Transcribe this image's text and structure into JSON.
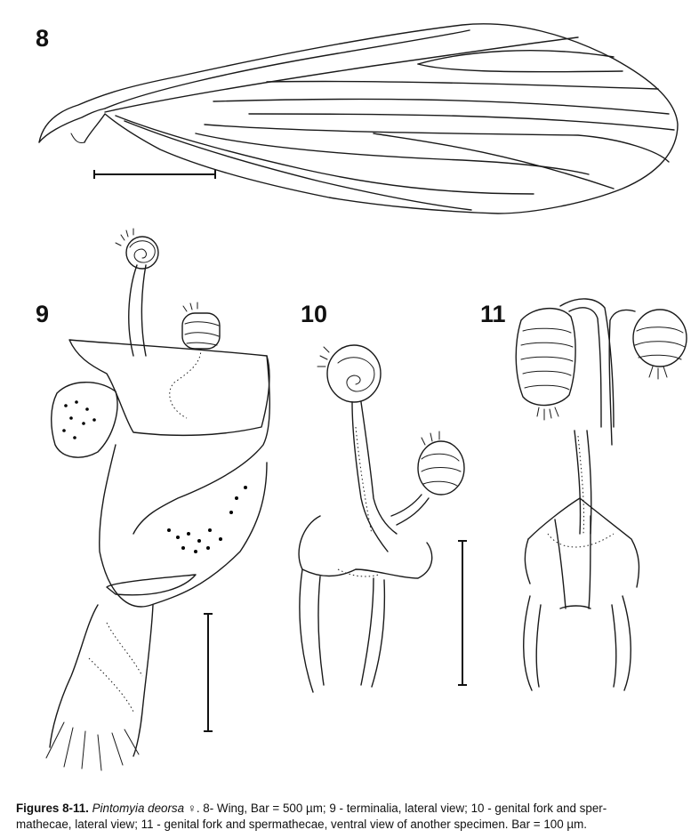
{
  "figure_labels": {
    "fig8": "8",
    "fig9": "9",
    "fig10": "10",
    "fig11": "11"
  },
  "caption": {
    "title": "Figures 8-11.",
    "species": "Pintomyia deorsa",
    "sex_symbol": "♀",
    "text_line1": ". 8- Wing, Bar = 500 µm; 9 - terminalia, lateral view; 10 - genital fork and sper-",
    "text_line2": "mathecae, lateral view; 11 - genital fork and spermathecae, ventral view of another specimen. Bar = 100 µm."
  }
}
